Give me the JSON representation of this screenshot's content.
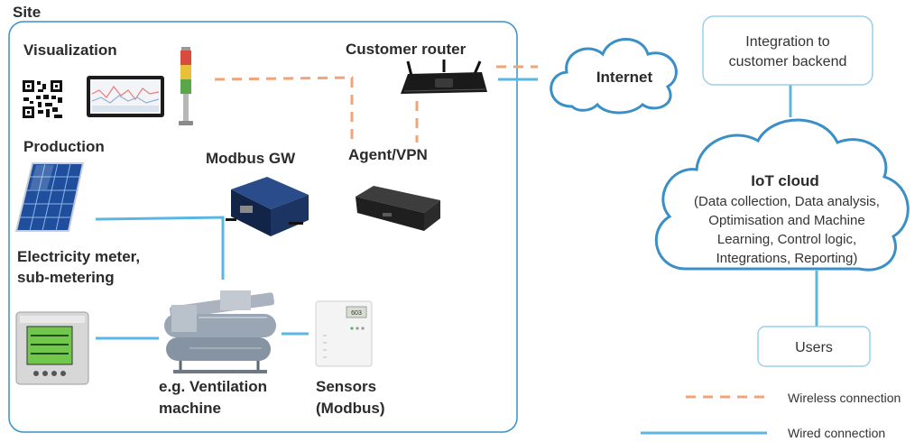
{
  "site": {
    "title": "Site"
  },
  "groups": {
    "visualization": "Visualization",
    "production": "Production",
    "customer_router": "Customer router",
    "modbus_gw": "Modbus GW",
    "agent_vpn": "Agent/VPN",
    "electricity_meter": [
      "Electricity meter,",
      "sub-metering"
    ],
    "ventilation": [
      "e.g. Ventilation",
      "machine"
    ],
    "sensors": [
      "Sensors",
      "(Modbus)"
    ]
  },
  "internet": "Internet",
  "integration": [
    "Integration to",
    "customer backend"
  ],
  "iot_cloud": {
    "title": "IoT cloud",
    "lines": [
      "(Data collection, Data analysis,",
      "Optimisation and Machine",
      "Learning, Control logic,",
      "Integrations, Reporting)"
    ]
  },
  "users": "Users",
  "sensor_display": "603",
  "legend": {
    "wireless": "Wireless connection",
    "wired": "Wired connection"
  },
  "colors": {
    "wired": "#5bb6e4",
    "wireless": "#f0a479",
    "site_border": "#3a8fc6",
    "cloud_border": "#3a8fc6",
    "box_border": "#9ccfe9"
  }
}
